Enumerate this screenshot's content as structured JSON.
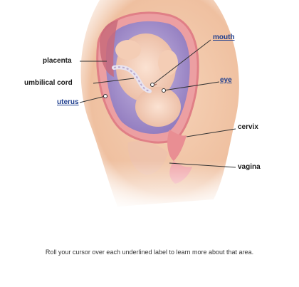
{
  "diagram": {
    "labels": {
      "placenta": "placenta",
      "umbilical_cord": "umbilical cord",
      "uterus": "uterus",
      "mouth": "mouth",
      "eye": "eye",
      "cervix": "cervix",
      "vagina": "vagina"
    },
    "link_color": "#1f3f8f",
    "text_color": "#1a1a1a",
    "skin_color": "#f3c6a6",
    "uterus_color": "#e98e93",
    "fluid_color": "#9b86c6"
  },
  "caption": "Roll your cursor over each underlined label to learn more about that area."
}
